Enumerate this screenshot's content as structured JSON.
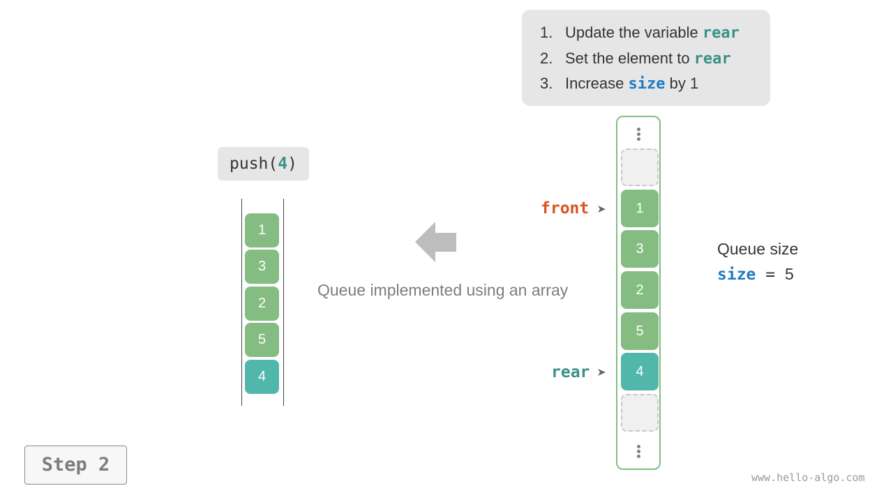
{
  "steps": [
    {
      "num": "1.",
      "text": "Update the variable ",
      "keyword": "rear"
    },
    {
      "num": "2.",
      "text": "Set the element to ",
      "keyword": "rear"
    },
    {
      "num": "3.",
      "text": "Increase ",
      "keyword": "size",
      "suffix": " by 1"
    }
  ],
  "push": {
    "prefix": "push(",
    "arg": "4",
    "suffix": ")"
  },
  "stack": [
    "1",
    "3",
    "2",
    "5",
    "4"
  ],
  "caption": "Queue implemented using an array",
  "array": {
    "cells": [
      "",
      "1",
      "3",
      "2",
      "5",
      "4",
      ""
    ],
    "front_label": "front",
    "rear_label": "rear"
  },
  "queue_size": {
    "title": "Queue size",
    "key": "size",
    "equals": " = ",
    "value": "5"
  },
  "step_badge": "Step 2",
  "watermark": "www.hello-algo.com",
  "colors": {
    "green": "#84bc82",
    "teal": "#52b7ab",
    "front": "#d9541e",
    "rear": "#3a9188",
    "size": "#1f7bc4"
  }
}
